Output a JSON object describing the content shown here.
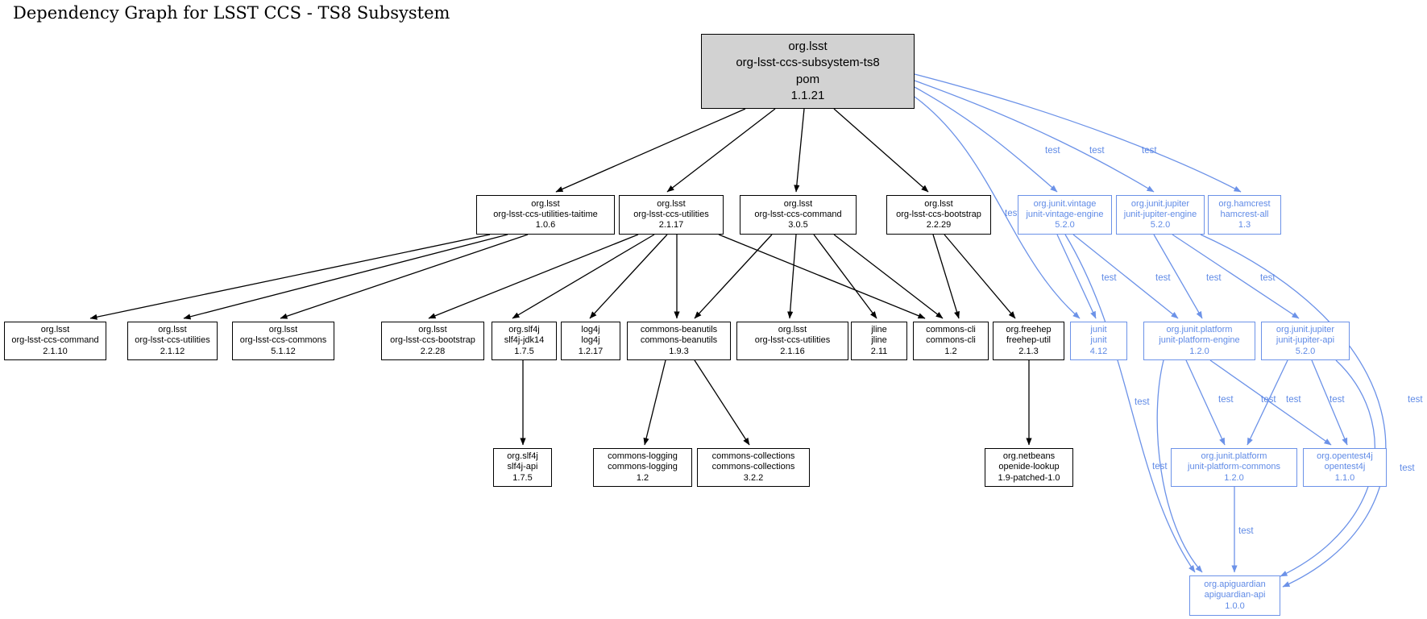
{
  "title": "Dependency Graph for LSST CCS - TS8 Subsystem",
  "colors": {
    "compile_edge": "#000000",
    "test_edge": "#6c92e8",
    "root_fill": "#d2d2d2",
    "node_fill": "#ffffff"
  },
  "nodes": [
    {
      "id": "root",
      "kind": "root",
      "lines": [
        "org.lsst",
        "org-lsst-ccs-subsystem-ts8",
        "pom",
        "1.1.21"
      ]
    },
    {
      "id": "taitime",
      "kind": "compile",
      "lines": [
        "org.lsst",
        "org-lsst-ccs-utilities-taitime",
        "1.0.6"
      ]
    },
    {
      "id": "utilities17",
      "kind": "compile",
      "lines": [
        "org.lsst",
        "org-lsst-ccs-utilities",
        "2.1.17"
      ]
    },
    {
      "id": "command305",
      "kind": "compile",
      "lines": [
        "org.lsst",
        "org-lsst-ccs-command",
        "3.0.5"
      ]
    },
    {
      "id": "bootstrap29",
      "kind": "compile",
      "lines": [
        "org.lsst",
        "org-lsst-ccs-bootstrap",
        "2.2.29"
      ]
    },
    {
      "id": "vintage",
      "kind": "test",
      "lines": [
        "org.junit.vintage",
        "junit-vintage-engine",
        "5.2.0"
      ]
    },
    {
      "id": "jupiterengine",
      "kind": "test",
      "lines": [
        "org.junit.jupiter",
        "junit-jupiter-engine",
        "5.2.0"
      ]
    },
    {
      "id": "hamcrest",
      "kind": "test",
      "lines": [
        "org.hamcrest",
        "hamcrest-all",
        "1.3"
      ]
    },
    {
      "id": "command10",
      "kind": "compile",
      "lines": [
        "org.lsst",
        "org-lsst-ccs-command",
        "2.1.10"
      ]
    },
    {
      "id": "utilities12",
      "kind": "compile",
      "lines": [
        "org.lsst",
        "org-lsst-ccs-utilities",
        "2.1.12"
      ]
    },
    {
      "id": "commons",
      "kind": "compile",
      "lines": [
        "org.lsst",
        "org-lsst-ccs-commons",
        "5.1.12"
      ]
    },
    {
      "id": "bootstrap28",
      "kind": "compile",
      "lines": [
        "org.lsst",
        "org-lsst-ccs-bootstrap",
        "2.2.28"
      ]
    },
    {
      "id": "slf4j",
      "kind": "compile",
      "lines": [
        "org.slf4j",
        "slf4j-jdk14",
        "1.7.5"
      ]
    },
    {
      "id": "log4j",
      "kind": "compile",
      "lines": [
        "log4j",
        "log4j",
        "1.2.17"
      ]
    },
    {
      "id": "beanutils",
      "kind": "compile",
      "lines": [
        "commons-beanutils",
        "commons-beanutils",
        "1.9.3"
      ]
    },
    {
      "id": "utilities16",
      "kind": "compile",
      "lines": [
        "org.lsst",
        "org-lsst-ccs-utilities",
        "2.1.16"
      ]
    },
    {
      "id": "jline",
      "kind": "compile",
      "lines": [
        "jline",
        "jline",
        "2.11"
      ]
    },
    {
      "id": "cli",
      "kind": "compile",
      "lines": [
        "commons-cli",
        "commons-cli",
        "1.2"
      ]
    },
    {
      "id": "freehep",
      "kind": "compile",
      "lines": [
        "org.freehep",
        "freehep-util",
        "2.1.3"
      ]
    },
    {
      "id": "junit412",
      "kind": "test",
      "lines": [
        "junit",
        "junit",
        "4.12"
      ]
    },
    {
      "id": "platformengine",
      "kind": "test",
      "lines": [
        "org.junit.platform",
        "junit-platform-engine",
        "1.2.0"
      ]
    },
    {
      "id": "jupiterapi",
      "kind": "test",
      "lines": [
        "org.junit.jupiter",
        "junit-jupiter-api",
        "5.2.0"
      ]
    },
    {
      "id": "slf4japi",
      "kind": "compile",
      "lines": [
        "org.slf4j",
        "slf4j-api",
        "1.7.5"
      ]
    },
    {
      "id": "logging",
      "kind": "compile",
      "lines": [
        "commons-logging",
        "commons-logging",
        "1.2"
      ]
    },
    {
      "id": "collections",
      "kind": "compile",
      "lines": [
        "commons-collections",
        "commons-collections",
        "3.2.2"
      ]
    },
    {
      "id": "openide",
      "kind": "compile",
      "lines": [
        "org.netbeans",
        "openide-lookup",
        "1.9-patched-1.0"
      ]
    },
    {
      "id": "platformcommons",
      "kind": "test",
      "lines": [
        "org.junit.platform",
        "junit-platform-commons",
        "1.2.0"
      ]
    },
    {
      "id": "opentest4j",
      "kind": "test",
      "lines": [
        "org.opentest4j",
        "opentest4j",
        "1.1.0"
      ]
    },
    {
      "id": "apiguardian",
      "kind": "test",
      "lines": [
        "org.apiguardian",
        "apiguardian-api",
        "1.0.0"
      ]
    }
  ],
  "edges": [
    {
      "from": "root",
      "to": "taitime",
      "scope": "compile"
    },
    {
      "from": "root",
      "to": "utilities17",
      "scope": "compile"
    },
    {
      "from": "root",
      "to": "command305",
      "scope": "compile"
    },
    {
      "from": "root",
      "to": "bootstrap29",
      "scope": "compile"
    },
    {
      "from": "taitime",
      "to": "command10",
      "scope": "compile"
    },
    {
      "from": "taitime",
      "to": "utilities12",
      "scope": "compile"
    },
    {
      "from": "taitime",
      "to": "commons",
      "scope": "compile"
    },
    {
      "from": "utilities17",
      "to": "bootstrap28",
      "scope": "compile"
    },
    {
      "from": "utilities17",
      "to": "slf4j",
      "scope": "compile"
    },
    {
      "from": "utilities17",
      "to": "log4j",
      "scope": "compile"
    },
    {
      "from": "utilities17",
      "to": "beanutils",
      "scope": "compile"
    },
    {
      "from": "utilities17",
      "to": "cli",
      "scope": "compile"
    },
    {
      "from": "command305",
      "to": "beanutils",
      "scope": "compile"
    },
    {
      "from": "command305",
      "to": "utilities16",
      "scope": "compile"
    },
    {
      "from": "command305",
      "to": "jline",
      "scope": "compile"
    },
    {
      "from": "command305",
      "to": "cli",
      "scope": "compile"
    },
    {
      "from": "bootstrap29",
      "to": "cli",
      "scope": "compile"
    },
    {
      "from": "bootstrap29",
      "to": "freehep",
      "scope": "compile"
    },
    {
      "from": "slf4j",
      "to": "slf4japi",
      "scope": "compile"
    },
    {
      "from": "beanutils",
      "to": "logging",
      "scope": "compile"
    },
    {
      "from": "beanutils",
      "to": "collections",
      "scope": "compile"
    },
    {
      "from": "freehep",
      "to": "openide",
      "scope": "compile"
    },
    {
      "from": "root",
      "to": "vintage",
      "scope": "test",
      "label": "test"
    },
    {
      "from": "root",
      "to": "jupiterengine",
      "scope": "test",
      "label": "test"
    },
    {
      "from": "root",
      "to": "hamcrest",
      "scope": "test",
      "label": "test"
    },
    {
      "from": "root",
      "to": "junit412",
      "scope": "test",
      "label": "test"
    },
    {
      "from": "vintage",
      "to": "junit412",
      "scope": "test",
      "label": "test"
    },
    {
      "from": "vintage",
      "to": "platformengine",
      "scope": "test",
      "label": "test"
    },
    {
      "from": "jupiterengine",
      "to": "platformengine",
      "scope": "test",
      "label": "test"
    },
    {
      "from": "jupiterengine",
      "to": "jupiterapi",
      "scope": "test",
      "label": "test"
    },
    {
      "from": "vintage",
      "to": "apiguardian",
      "scope": "test",
      "label": "test"
    },
    {
      "from": "platformengine",
      "to": "platformcommons",
      "scope": "test",
      "label": "test"
    },
    {
      "from": "platformengine",
      "to": "opentest4j",
      "scope": "test",
      "label": "test"
    },
    {
      "from": "platformengine",
      "to": "apiguardian",
      "scope": "test",
      "label": "test"
    },
    {
      "from": "jupiterapi",
      "to": "platformcommons",
      "scope": "test",
      "label": "test"
    },
    {
      "from": "jupiterapi",
      "to": "opentest4j",
      "scope": "test",
      "label": "test"
    },
    {
      "from": "jupiterapi",
      "to": "apiguardian",
      "scope": "test",
      "label": "test"
    },
    {
      "from": "jupiterengine",
      "to": "apiguardian",
      "scope": "test",
      "label": "test"
    },
    {
      "from": "platformcommons",
      "to": "apiguardian",
      "scope": "test",
      "label": "test"
    }
  ]
}
